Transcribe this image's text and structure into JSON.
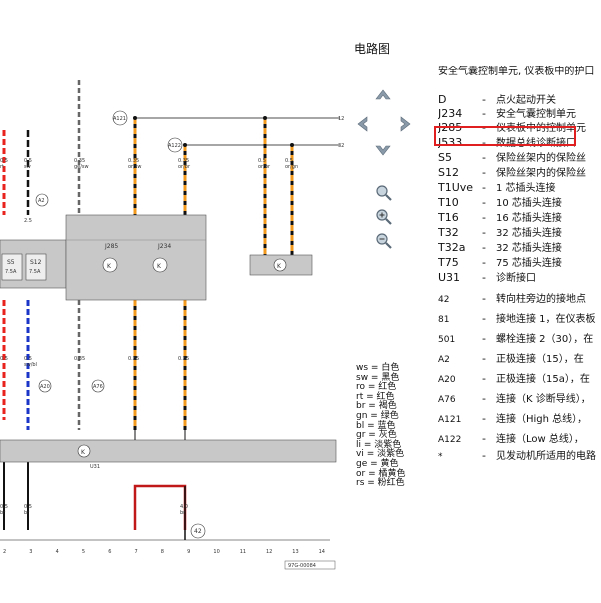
{
  "page_title": "电路图",
  "module_title": "安全气囊控制单元, 仪表板中的护口",
  "legend": [
    {
      "code": "D",
      "desc": "点火起动开关"
    },
    {
      "code": "J234",
      "desc": "安全气囊控制单元"
    },
    {
      "code": "J285",
      "desc": "仪表板中的控制单元"
    },
    {
      "code": "J533",
      "desc": "数据总线诊断接口"
    },
    {
      "code": "S5",
      "desc": "保险丝架内的保险丝"
    },
    {
      "code": "S12",
      "desc": "保险丝架内的保险丝"
    },
    {
      "code": "T1Uve",
      "desc": "1 芯插头连接"
    },
    {
      "code": "T10",
      "desc": "10 芯插头连接"
    },
    {
      "code": "T16",
      "desc": "16 芯插头连接"
    },
    {
      "code": "T32",
      "desc": "32 芯插头连接"
    },
    {
      "code": "T32a",
      "desc": "32 芯插头连接"
    },
    {
      "code": "T75",
      "desc": "75 芯插头连接"
    },
    {
      "code": "U31",
      "desc": "诊断接口"
    },
    {
      "code": "42",
      "desc": "转向柱旁边的接地点"
    },
    {
      "code": "81",
      "desc": "接地连接 1，在仪表板"
    },
    {
      "code": "501",
      "desc": "螺栓连接 2（30），在"
    },
    {
      "code": "A2",
      "desc": "正极连接（15），在"
    },
    {
      "code": "A20",
      "desc": "正极连接（15a），在"
    },
    {
      "code": "A76",
      "desc": "连接（K 诊断导线），"
    },
    {
      "code": "A121",
      "desc": "连接（High 总线），"
    },
    {
      "code": "A122",
      "desc": "连接（Low 总线），"
    },
    {
      "code": "*",
      "desc": "见发动机所适用的电路"
    }
  ],
  "color_key": [
    {
      "abbr": "ws",
      "name": "白色"
    },
    {
      "abbr": "sw",
      "name": "黑色"
    },
    {
      "abbr": "ro",
      "name": "红色"
    },
    {
      "abbr": "rt",
      "name": "红色"
    },
    {
      "abbr": "br",
      "name": "褐色"
    },
    {
      "abbr": "gn",
      "name": "绿色"
    },
    {
      "abbr": "bl",
      "name": "蓝色"
    },
    {
      "abbr": "gr",
      "name": "灰色"
    },
    {
      "abbr": "li",
      "name": "淡紫色"
    },
    {
      "abbr": "vi",
      "name": "淡紫色"
    },
    {
      "abbr": "ge",
      "name": "黄色"
    },
    {
      "abbr": "or",
      "name": "橘黄色"
    },
    {
      "abbr": "rs",
      "name": "粉红色"
    }
  ],
  "diagram": {
    "fuse_s5": "S5",
    "fuse_s5_rating": "7.5A",
    "fuse_s12": "S12",
    "fuse_s12_rating": "7.5A",
    "j285": "J285",
    "j234": "J234",
    "u31": "U31",
    "bus_k": "K",
    "conn_a2": "A2",
    "conn_a76": "A76",
    "conn_a121": "A121",
    "conn_a122": "A122",
    "conn_a20": "A20",
    "conn_42": "42",
    "wire_05": "0.5",
    "wire_035": "0.35",
    "wire_25": "2.5",
    "wire_40": "4.0",
    "wire_rt": "rt",
    "wire_sw": "sw",
    "wire_br": "br",
    "wire_ge_sw": "ge/sw",
    "wire_or_sw": "or/sw",
    "wire_or_br": "or/br",
    "wire_or_gn": "or/gn",
    "wire_sw_bl": "sw/bl",
    "ref_32": "32",
    "ref_12": "12",
    "axis_numbers": [
      "2",
      "3",
      "4",
      "5",
      "6",
      "7",
      "8",
      "9",
      "10",
      "11",
      "12",
      "13",
      "14"
    ],
    "footer_code": "97G-00084"
  },
  "colors": {
    "highlight": "#e02020",
    "wire_red": "#e8231e",
    "wire_blue": "#1a35c8",
    "wire_orange": "#f29a1d",
    "module_gray": "#c8c8c8"
  }
}
